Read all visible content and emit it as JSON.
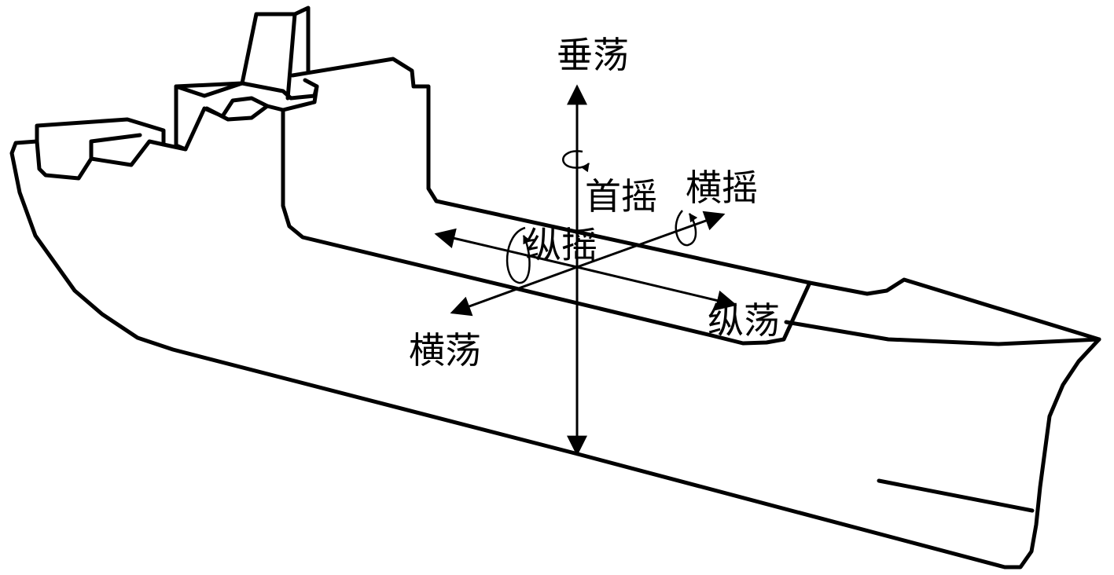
{
  "labels": {
    "heave": "垂荡",
    "yaw": "首摇",
    "roll": "横摇",
    "pitch": "纵摇",
    "surge": "纵荡",
    "sway": "横荡"
  }
}
